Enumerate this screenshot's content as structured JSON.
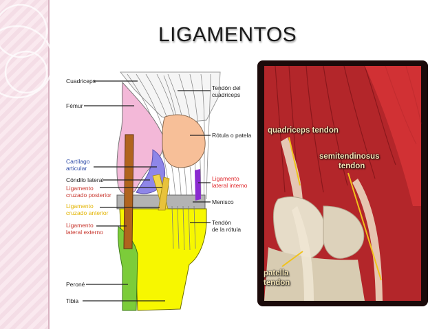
{
  "title": "LIGAMENTOS",
  "diagram_labels": {
    "cuadriceps": "Cuadriceps",
    "femur": "Fémur",
    "tendon_cuadriceps_1": "Tendón del",
    "tendon_cuadriceps_2": "cuadriceps",
    "rotula": "Rótula o patela",
    "cartilago_1": "Cartílago",
    "cartilago_2": "articular",
    "condilo": "Cóndilo lateral",
    "lcp_1": "Ligamento",
    "lcp_2": "cruzado posterior",
    "lca_1": "Ligamento",
    "lca_2": "cruzado anterior",
    "lle_1": "Ligamento",
    "lle_2": "lateral externo",
    "lli_1": "Ligamento",
    "lli_2": "lateral interno",
    "menisco": "Menisco",
    "tendon_rotula_1": "Tendón",
    "tendon_rotula_2": "de la rótula",
    "perone": "Peroné",
    "tibia": "Tibia"
  },
  "photo_labels": {
    "quadriceps": "quadriceps tendon",
    "semi_1": "semitendinosus",
    "semi_2": "tendon",
    "patella_1": "patella",
    "patella_2": "tendon"
  },
  "colors": {
    "femur": "#f3b8d8",
    "patella": "#f7bf98",
    "cartilage": "#8e86e8",
    "tibia": "#f7f700",
    "fibula": "#7ccc3a",
    "ligament_lateral": "#b0641e",
    "ligament_medial": "#8a2bd0",
    "label_red": "#e0262a",
    "photo_label": "#f6e6b8"
  }
}
